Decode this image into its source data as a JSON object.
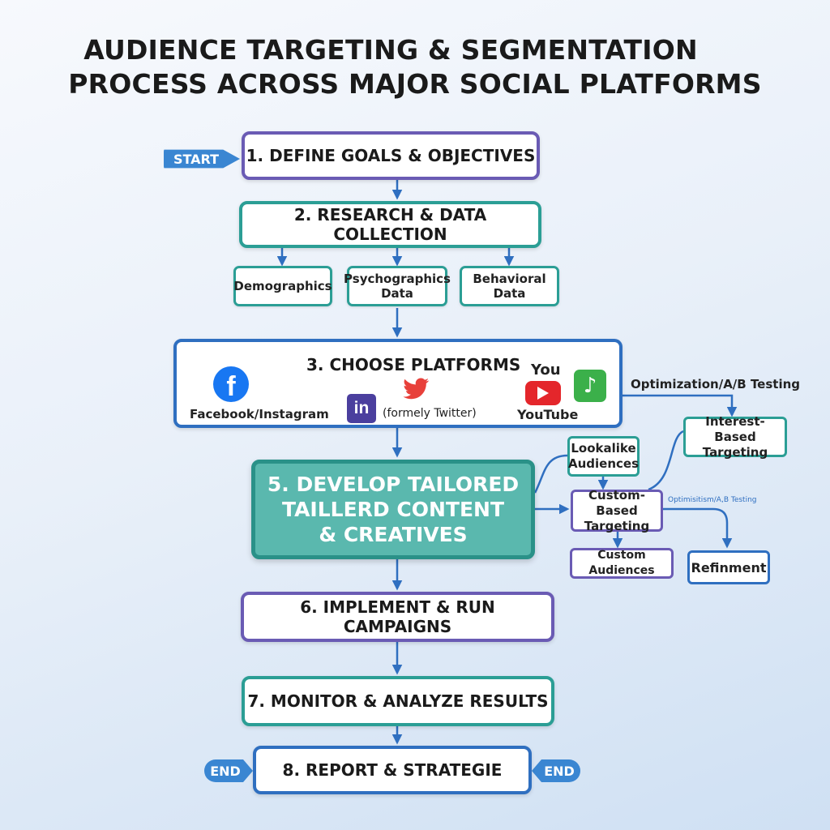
{
  "title": {
    "line1": "AUDIENCE TARGETING & SEGMENTATION",
    "line2": "PROCESS ACROSS MAJOR SOCIAL PLATFORMS"
  },
  "start_label": "START",
  "end_label_left": "END",
  "end_label_right": "END",
  "steps": {
    "define": "1. DEFINE GOALS & OBJECTIVES",
    "research": "2. RESEARCH & DATA COLLECTION",
    "choose": "3. CHOOSE PLATFORMS",
    "develop": [
      "5. DEVELOP TAILORED",
      "TAILLERD CONTENT",
      "& CREATIVES"
    ],
    "implement": "6. IMPLEMENT & RUN CAMPAIGNS",
    "monitor": "7. MONITOR & ANALYZE RESULTS",
    "report": "8. REPORT & STRATEGIE"
  },
  "data_types": {
    "demographics": "Demographics",
    "psychographics": [
      "Psychographics",
      "Data"
    ],
    "behavioral": "Behavioral Data"
  },
  "platforms": {
    "facebook": "Facebook/Instagram",
    "twitter": "(formely Twitter)",
    "youtube_top": "You",
    "youtube": "YouTube",
    "facebook_glyph": "f",
    "linkedin_glyph": "in",
    "tiktok_glyph": "♪"
  },
  "targeting": {
    "optimization_label": "Optimization/A/B Testing",
    "interest": [
      "Interest-Based",
      "Targeting"
    ],
    "lookalike": [
      "Lookalike",
      "Audiences"
    ],
    "custom_based": [
      "Custom-Based",
      "Targeting"
    ],
    "small_optim_label": "Optimisitism/A,B Testing",
    "custom_audiences": "Custom Audiences",
    "refinement": "Refinment"
  },
  "colors": {
    "purple": "#6a5bb4",
    "teal": "#2b9e95",
    "blue": "#2f6fc0",
    "develop_fill": "#5ab8ae",
    "pill": "#3a86d2",
    "facebook": "#1877f2",
    "linkedin": "#4b3f9e",
    "twitter": "#e8403a",
    "youtube": "#e4262b",
    "tiktok": "#3bb04a"
  }
}
